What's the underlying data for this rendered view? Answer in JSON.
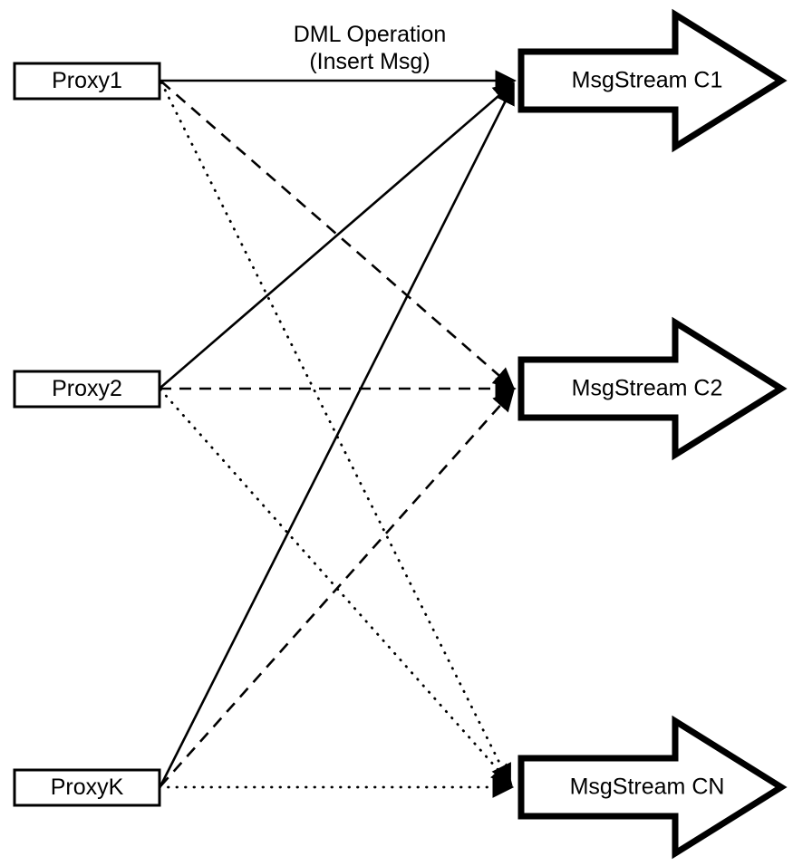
{
  "diagram": {
    "title": "Proxy to MsgStream fan-out diagram",
    "background_color": "#ffffff",
    "stroke_color": "#000000",
    "edge_caption": {
      "line1": "DML Operation",
      "line2": "(Insert Msg)"
    },
    "proxies": [
      {
        "id": "proxy1",
        "label": "Proxy1"
      },
      {
        "id": "proxy2",
        "label": "Proxy2"
      },
      {
        "id": "proxyk",
        "label": "ProxyK"
      }
    ],
    "streams": [
      {
        "id": "stream-c1",
        "label": "MsgStream C1"
      },
      {
        "id": "stream-c2",
        "label": "MsgStream C2"
      },
      {
        "id": "stream-cn",
        "label": "MsgStream CN"
      }
    ],
    "edges": [
      {
        "from": "Proxy1",
        "to": "MsgStream C1",
        "style": "solid"
      },
      {
        "from": "Proxy1",
        "to": "MsgStream C2",
        "style": "dashed"
      },
      {
        "from": "Proxy1",
        "to": "MsgStream CN",
        "style": "dotted"
      },
      {
        "from": "Proxy2",
        "to": "MsgStream C1",
        "style": "solid"
      },
      {
        "from": "Proxy2",
        "to": "MsgStream C2",
        "style": "dashed"
      },
      {
        "from": "Proxy2",
        "to": "MsgStream CN",
        "style": "dotted"
      },
      {
        "from": "ProxyK",
        "to": "MsgStream C1",
        "style": "solid"
      },
      {
        "from": "ProxyK",
        "to": "MsgStream C2",
        "style": "dashed"
      },
      {
        "from": "ProxyK",
        "to": "MsgStream CN",
        "style": "dotted"
      }
    ]
  }
}
